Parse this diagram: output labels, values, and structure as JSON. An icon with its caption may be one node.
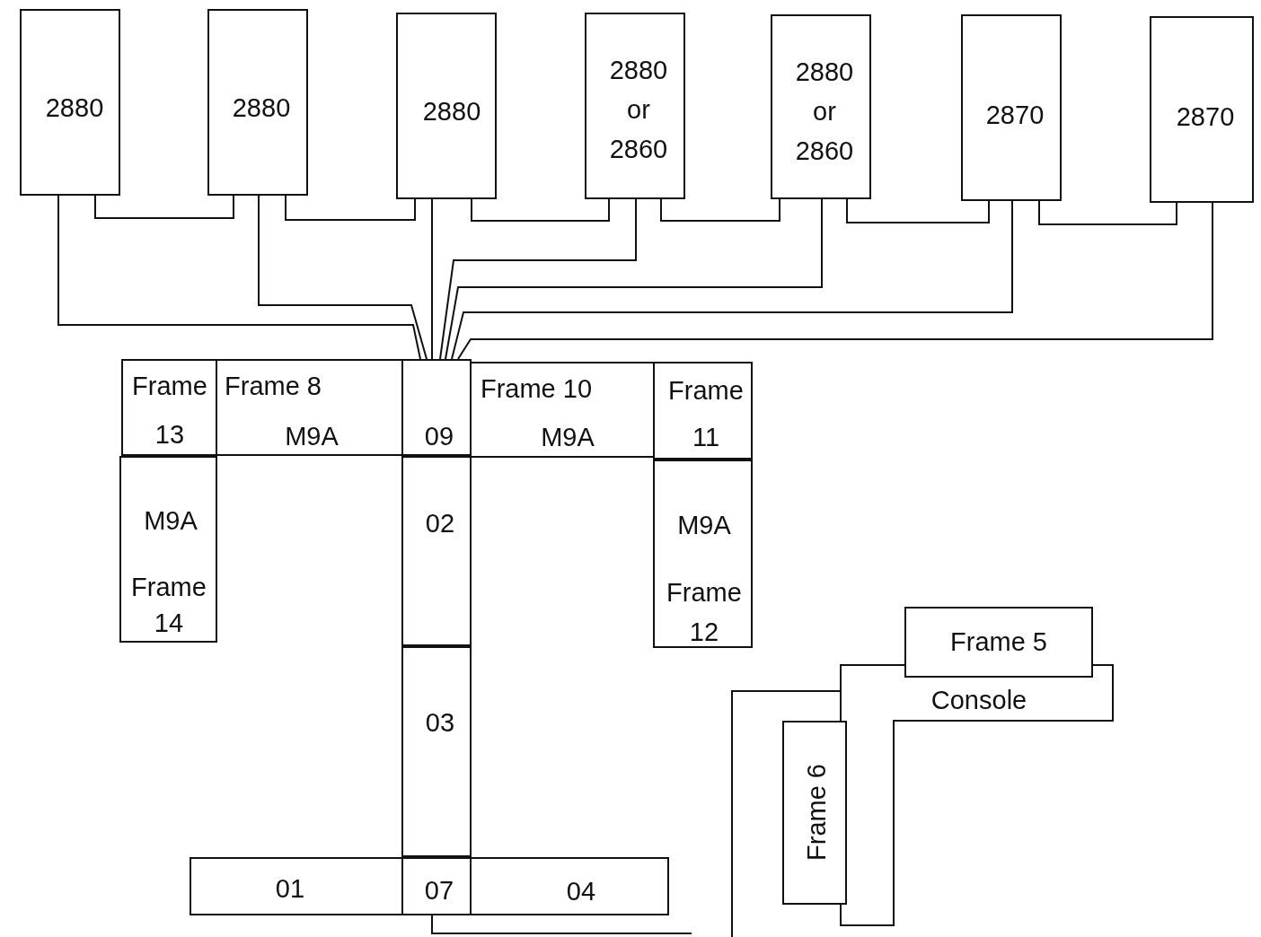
{
  "diagram": {
    "nodes": [
      {
        "text": [
          "2880"
        ]
      },
      {
        "text": [
          "2880"
        ]
      },
      {
        "text": [
          "2880"
        ]
      },
      {
        "text": [
          "2880 or 2860"
        ]
      },
      {
        "text": [
          "2880 or 2860"
        ]
      },
      {
        "text": [
          "2870"
        ]
      },
      {
        "text": [
          "2870"
        ]
      },
      {
        "text": [
          "Frame 13"
        ]
      },
      {
        "text": [
          "Frame 8",
          "M9A"
        ]
      },
      {
        "text": [
          "09"
        ]
      },
      {
        "text": [
          "Frame 10",
          "M9A"
        ]
      },
      {
        "text": [
          "Frame 11"
        ]
      },
      {
        "text": [
          "M9A",
          "Frame 14"
        ]
      },
      {
        "text": [
          "02"
        ]
      },
      {
        "text": [
          "M9A",
          "Frame 12"
        ]
      },
      {
        "text": [
          "03"
        ]
      },
      {
        "text": [
          "01"
        ]
      },
      {
        "text": [
          "07"
        ]
      },
      {
        "text": [
          "04"
        ]
      },
      {
        "text": [
          "Frame 5"
        ]
      },
      {
        "text": [
          "Console"
        ]
      },
      {
        "text": [
          "Frame 6"
        ]
      }
    ],
    "edges": [
      {
        "from": 0,
        "to": 9,
        "arrow": "none"
      },
      {
        "from": 1,
        "to": 9,
        "arrow": "none"
      },
      {
        "from": 2,
        "to": 9,
        "arrow": "none"
      },
      {
        "from": 3,
        "to": 9,
        "arrow": "none"
      },
      {
        "from": 4,
        "to": 9,
        "arrow": "none"
      },
      {
        "from": 5,
        "to": 9,
        "arrow": "none"
      },
      {
        "from": 6,
        "to": 9,
        "arrow": "none"
      },
      {
        "from": 0,
        "to": 1,
        "arrow": "none"
      },
      {
        "from": 1,
        "to": 2,
        "arrow": "none"
      },
      {
        "from": 2,
        "to": 3,
        "arrow": "none"
      },
      {
        "from": 3,
        "to": 4,
        "arrow": "none"
      },
      {
        "from": 4,
        "to": 5,
        "arrow": "none"
      },
      {
        "from": 5,
        "to": 6,
        "arrow": "none"
      },
      {
        "from": 17,
        "to": null,
        "arrow": "none"
      },
      {
        "from": null,
        "to": 20,
        "arrow": "none"
      }
    ]
  }
}
